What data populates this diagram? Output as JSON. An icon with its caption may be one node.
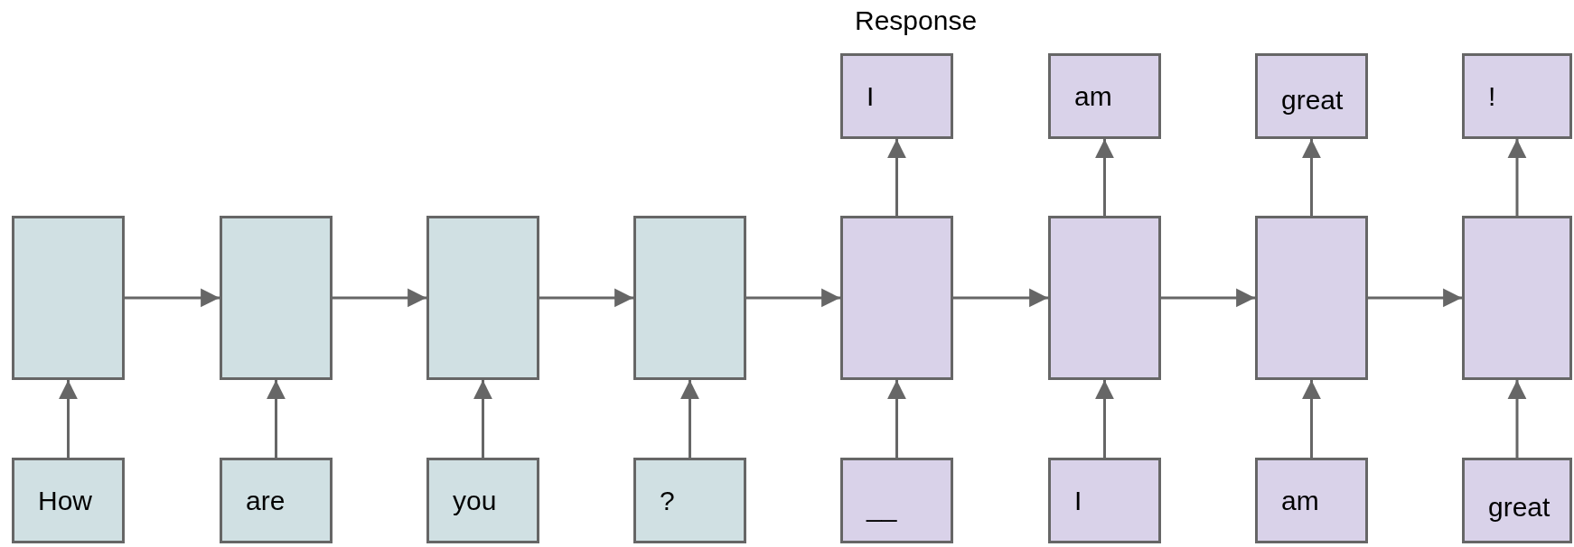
{
  "diagram": {
    "nodes": [
      {
        "text": [
          "I"
        ]
      },
      {
        "text": [
          "am"
        ]
      },
      {
        "text": [
          "great"
        ]
      },
      {
        "text": [
          "!"
        ]
      },
      {
        "text": [],
        "shape": "box"
      },
      {
        "text": [],
        "shape": "box"
      },
      {
        "text": [],
        "shape": "box"
      },
      {
        "text": [],
        "shape": "box"
      },
      {
        "text": [],
        "shape": "box"
      },
      {
        "text": [],
        "shape": "box"
      },
      {
        "text": [],
        "shape": "box"
      },
      {
        "text": [],
        "shape": "box"
      },
      {
        "text": [
          "How"
        ]
      },
      {
        "text": [
          "are"
        ]
      },
      {
        "text": [
          "you"
        ]
      },
      {
        "text": [
          "?"
        ]
      },
      {
        "text": [
          "__"
        ]
      },
      {
        "text": [
          "I"
        ]
      },
      {
        "text": [
          "am"
        ]
      },
      {
        "text": [
          "great"
        ]
      }
    ],
    "edges": [
      {
        "from": 12,
        "to": 4,
        "arrow": "to"
      },
      {
        "from": 13,
        "to": 5,
        "arrow": "to"
      },
      {
        "from": 14,
        "to": 6,
        "arrow": "to"
      },
      {
        "from": 15,
        "to": 7,
        "arrow": "to"
      },
      {
        "from": 16,
        "to": 8,
        "arrow": "to"
      },
      {
        "from": 17,
        "to": 9,
        "arrow": "to"
      },
      {
        "from": 18,
        "to": 10,
        "arrow": "to"
      },
      {
        "from": 19,
        "to": 11,
        "arrow": "to"
      },
      {
        "from": 4,
        "to": 5,
        "arrow": "to"
      },
      {
        "from": 5,
        "to": 6,
        "arrow": "to"
      },
      {
        "from": 6,
        "to": 7,
        "arrow": "to"
      },
      {
        "from": 7,
        "to": 8,
        "arrow": "to"
      },
      {
        "from": 8,
        "to": 9,
        "arrow": "to"
      },
      {
        "from": 9,
        "to": 10,
        "arrow": "to"
      },
      {
        "from": 10,
        "to": 11,
        "arrow": "to"
      },
      {
        "from": 8,
        "to": 0,
        "arrow": "to"
      },
      {
        "from": 9,
        "to": 1,
        "arrow": "to"
      },
      {
        "from": 10,
        "to": 2,
        "arrow": "to"
      },
      {
        "from": 11,
        "to": 3,
        "arrow": "to"
      }
    ],
    "labels": [
      "Response"
    ]
  }
}
